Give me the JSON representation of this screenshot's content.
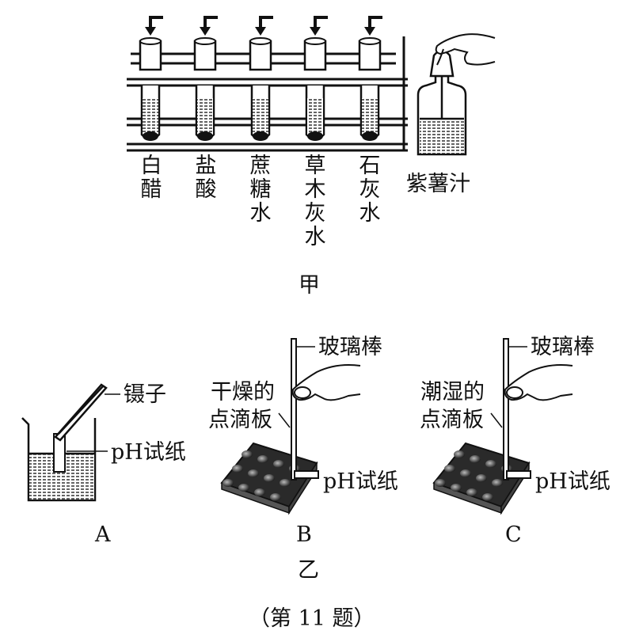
{
  "figure_jia": {
    "liquids": [
      "白醋",
      "盐酸",
      "蔗糖水",
      "草木灰水",
      "石灰水"
    ],
    "dropper_bottle_label": "紫薯汁",
    "caption": "甲"
  },
  "figure_yi": {
    "A": {
      "label_tweezers": "镊子",
      "label_paper": "pH试纸",
      "caption": "A"
    },
    "B": {
      "label_rod": "玻璃棒",
      "label_plate": "干燥的点滴板",
      "label_plate_line1": "干燥的",
      "label_plate_line2": "点滴板",
      "label_paper": "pH试纸",
      "caption": "B"
    },
    "C": {
      "label_rod": "玻璃棒",
      "label_plate": "潮湿的点滴板",
      "label_plate_line1": "潮湿的",
      "label_plate_line2": "点滴板",
      "label_paper": "pH试纸",
      "caption": "C"
    },
    "caption": "乙"
  },
  "question_caption": "（第 11 题）"
}
